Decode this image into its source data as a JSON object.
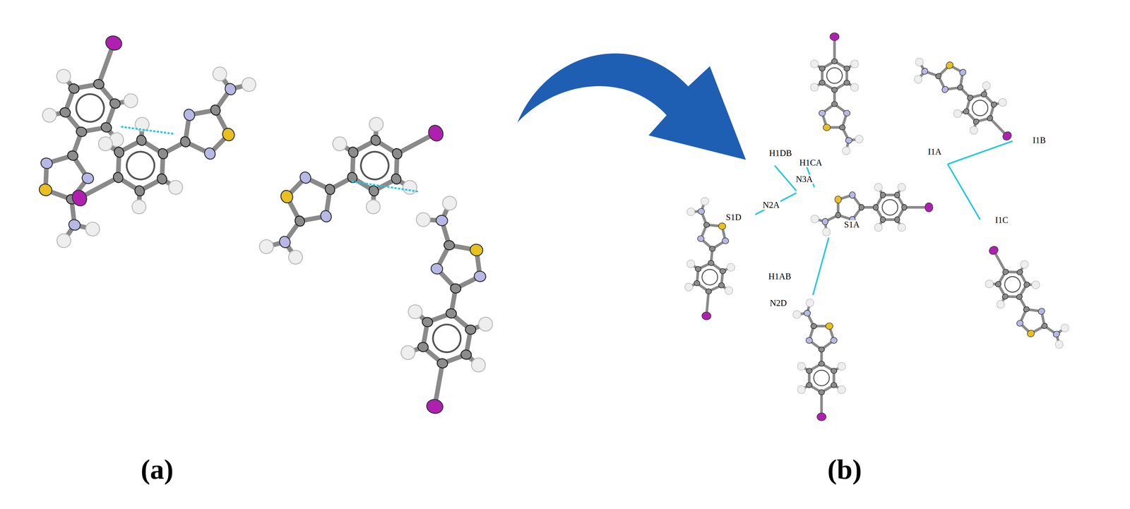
{
  "diagram": {
    "labels": [
      "(a)",
      "(b)",
      "H1DB",
      "H1CA",
      "N3A",
      "N2A",
      "S1D",
      "S1A",
      "H1AB",
      "N2D",
      "I1A",
      "I1B",
      "I1C"
    ]
  }
}
